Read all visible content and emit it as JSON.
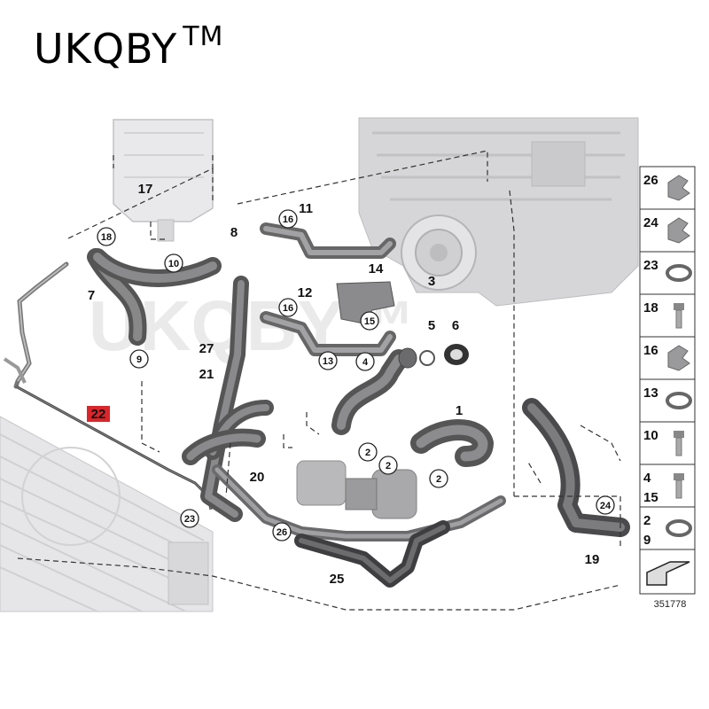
{
  "brand": {
    "name": "UKQBY",
    "trademark": "TM"
  },
  "watermark": "UKQBY™",
  "image_number": "351778",
  "part_labels": [
    "1",
    "2",
    "2",
    "2",
    "3",
    "4",
    "5",
    "6",
    "7",
    "8",
    "9",
    "10",
    "11",
    "12",
    "13",
    "14",
    "15",
    "16",
    "16",
    "17",
    "18",
    "19",
    "20",
    "21",
    "22",
    "23",
    "24",
    "25",
    "26",
    "27"
  ],
  "highlighted_part": "22",
  "legend": [
    {
      "label": "26"
    },
    {
      "label": "24"
    },
    {
      "label": "23"
    },
    {
      "label": "18"
    },
    {
      "label": "16"
    },
    {
      "label": "13"
    },
    {
      "label": "10"
    },
    {
      "label": "4",
      "label2": "15"
    },
    {
      "label": "2",
      "label2": "9"
    }
  ],
  "colors": {
    "hose": "#6e6e70",
    "hose_dark": "#4a4a4c",
    "engine": "#cfcfd1",
    "highlight": "#d9262c",
    "line": "#222222"
  }
}
